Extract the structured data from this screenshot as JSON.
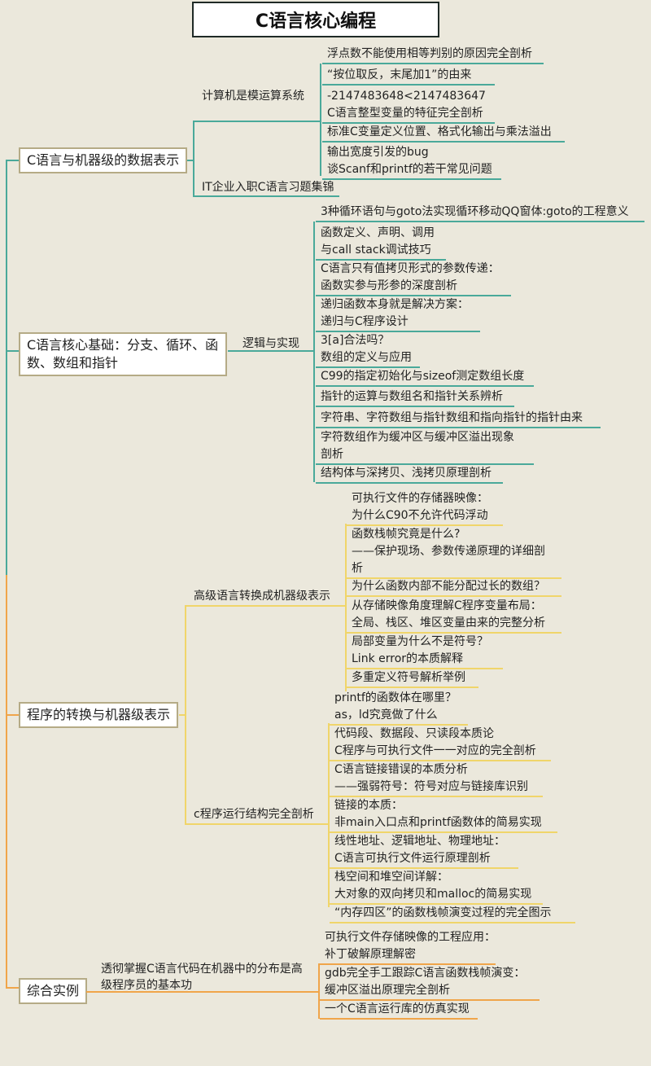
{
  "title": "C语言核心编程",
  "colors": {
    "background": "#ebe8dc",
    "teal_branch": "#4aa99a",
    "yellow_branch": "#f0d56a",
    "orange_branch": "#f0a54a",
    "root_border": "#b5ab86"
  },
  "branches": [
    {
      "label": "C语言与机器级的数据表示",
      "color": "teal",
      "subtopics": [
        {
          "label": "计算机是模运算系统",
          "items": [
            "浮点数不能使用相等判别的原因完全剖析",
            "“按位取反，末尾加1”的由来",
            [
              "-2147483648<2147483647",
              "C语言整型变量的特征完全剖析"
            ],
            "标准C变量定义位置、格式化输出与乘法溢出",
            [
              "输出宽度引发的bug",
              "谈Scanf和printf的若干常见问题"
            ]
          ]
        },
        {
          "label": "IT企业入职C语言习题集锦",
          "items": []
        }
      ]
    },
    {
      "label": [
        "C语言核心基础：分支、循环、函",
        "数、数组和指针"
      ],
      "color": "teal",
      "subtopics": [
        {
          "label": "逻辑与实现",
          "items": [
            "3种循环语句与goto法实现循环移动QQ窗体:goto的工程意义",
            [
              "函数定义、声明、调用",
              "与call stack调试技巧"
            ],
            [
              "C语言只有值拷贝形式的参数传递：",
              "函数实参与形参的深度剖析"
            ],
            [
              "递归函数本身就是解决方案：",
              "递归与C程序设计"
            ],
            [
              "3[a]合法吗？",
              "数组的定义与应用"
            ],
            "C99的指定初始化与sizeof测定数组长度",
            "指针的运算与数组名和指针关系辨析",
            "字符串、字符数组与指针数组和指向指针的指针由来",
            [
              "字符数组作为缓冲区与缓冲区溢出现象",
              "剖析"
            ],
            "结构体与深拷贝、浅拷贝原理剖析"
          ]
        }
      ]
    },
    {
      "label": "程序的转换与机器级表示",
      "color": "yellow",
      "subtopics": [
        {
          "label": "高级语言转换成机器级表示",
          "items": [
            [
              "可执行文件的存储器映像：",
              "为什么C90不允许代码浮动"
            ],
            [
              "函数栈帧究竟是什么?",
              "——保护现场、参数传递原理的详细剖",
              "析"
            ],
            "为什么函数内部不能分配过长的数组？",
            [
              "从存储映像角度理解C程序变量布局：",
              "全局、栈区、堆区变量由来的完整分析"
            ],
            [
              "局部变量为什么不是符号？",
              "Link error的本质解释"
            ],
            "多重定义符号解析举例"
          ]
        },
        {
          "label": "c程序运行结构完全剖析",
          "items": [
            [
              "printf的函数体在哪里？",
              "as，ld究竟做了什么"
            ],
            [
              "代码段、数据段、只读段本质论",
              "C程序与可执行文件一一对应的完全剖析"
            ],
            [
              "C语言链接错误的本质分析",
              "——强弱符号：符号对应与链接库识别"
            ],
            [
              "链接的本质：",
              "非main入口点和printf函数体的简易实现"
            ],
            [
              "线性地址、逻辑地址、物理地址：",
              "C语言可执行文件运行原理剖析"
            ],
            [
              "栈空间和堆空间详解：",
              "大对象的双向拷贝和malloc的简易实现"
            ],
            "“内存四区”的函数栈帧演变过程的完全图示"
          ]
        }
      ]
    },
    {
      "label": "综合实例",
      "color": "orange",
      "subtopics": [
        {
          "label": [
            "透彻掌握C语言代码在机器中的分布是高",
            "级程序员的基本功"
          ],
          "items": [
            [
              "可执行文件存储映像的工程应用：",
              "补丁破解原理解密"
            ],
            [
              "gdb完全手工跟踪C语言函数栈帧演变：",
              "缓冲区溢出原理完全剖析"
            ],
            "一个C语言运行库的仿真实现"
          ]
        }
      ]
    }
  ]
}
